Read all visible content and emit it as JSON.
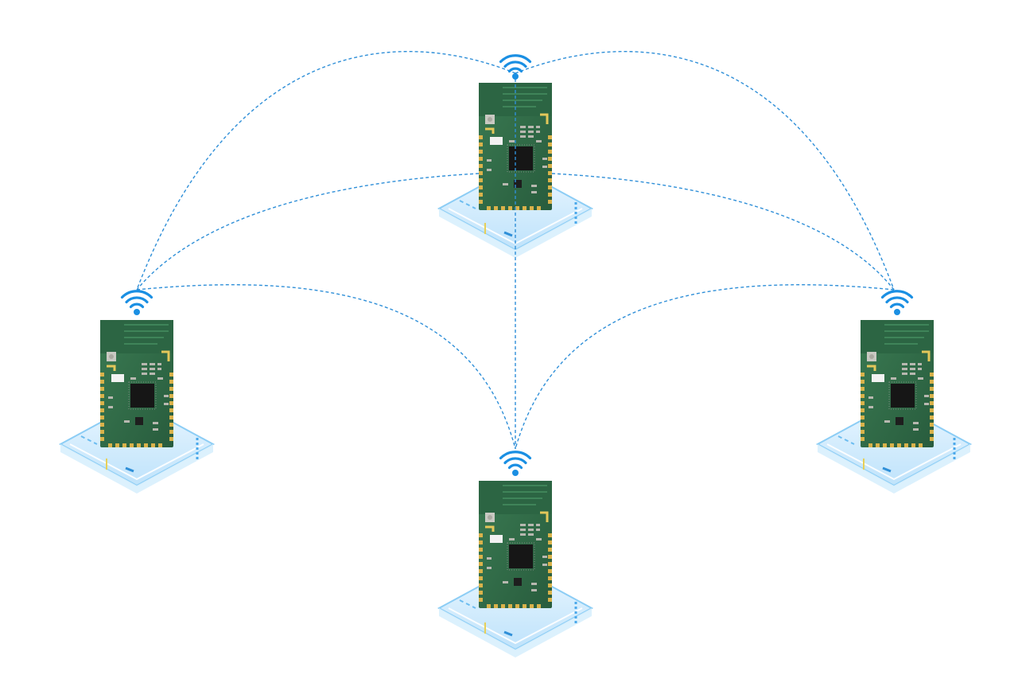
{
  "diagram": {
    "type": "wireless-mesh-network",
    "colors": {
      "background": "#ffffff",
      "link": "#2f8fd8",
      "wifi": "#1a8fe3",
      "pcb": "#2f6b46",
      "pcb_dark": "#204d33",
      "shield": "#c9c9c2",
      "pad": "#d9b24a",
      "chip": "#161616",
      "platform": "#bfe3fb",
      "platform_edge": "#8ccdf5"
    },
    "nodes": [
      {
        "id": "module-top",
        "icon": "wifi-icon",
        "device": "wireless-module"
      },
      {
        "id": "module-left",
        "icon": "wifi-icon",
        "device": "wireless-module"
      },
      {
        "id": "module-right",
        "icon": "wifi-icon",
        "device": "wireless-module"
      },
      {
        "id": "module-bottom",
        "icon": "wifi-icon",
        "device": "wireless-module"
      }
    ],
    "links": [
      {
        "from": "module-top",
        "to": "module-left"
      },
      {
        "from": "module-top",
        "to": "module-right"
      },
      {
        "from": "module-top",
        "to": "module-left"
      },
      {
        "from": "module-top",
        "to": "module-right"
      },
      {
        "from": "module-left",
        "to": "module-bottom"
      },
      {
        "from": "module-right",
        "to": "module-bottom"
      },
      {
        "from": "module-top",
        "to": "module-bottom"
      }
    ]
  }
}
